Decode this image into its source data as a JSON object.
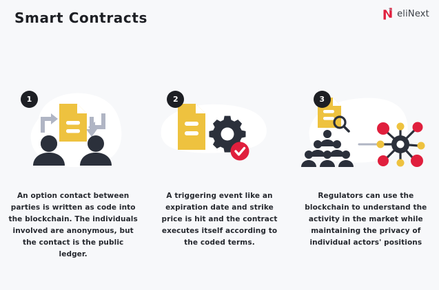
{
  "header": {
    "title": "Smart Contracts",
    "brand_name": "eliNext",
    "brand_mark_icon": "elinext-n-logo-icon"
  },
  "colors": {
    "background": "#f7f8fa",
    "blob": "#ffffff",
    "dark": "#2b303b",
    "ink": "#1d1f24",
    "yellow": "#eec23f",
    "red": "#e01f3d",
    "gray_arrow": "#b0b5c4",
    "text": "#25282e"
  },
  "panels": [
    {
      "number": "1",
      "icon_names": [
        "document-icon",
        "exchange-arrows-icon",
        "two-people-icon"
      ],
      "caption": "An option contact between parties is written as code into the blockchain. The individuals involved are anonymous, but the contact is the public ledger."
    },
    {
      "number": "2",
      "icon_names": [
        "document-icon",
        "gear-icon",
        "check-circle-icon"
      ],
      "caption": "A triggering event like an expiration date and strike price is hit and the contract executes itself according to the coded terms."
    },
    {
      "number": "3",
      "icon_names": [
        "document-search-icon",
        "people-group-icon",
        "network-nodes-icon"
      ],
      "caption": "Regulators can use the blockchain to understand the activity in the market while maintaining the privacy of individual actors' positions"
    }
  ]
}
